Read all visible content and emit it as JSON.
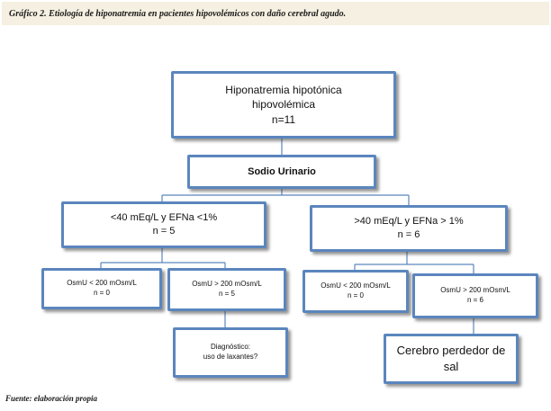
{
  "caption": "Gráfico 2.  Etiología de hiponatremia en pacientes hipovolémicos con daño cerebral agudo.",
  "nodes": {
    "root": {
      "line1": "Hiponatremia hipotónica",
      "line2": "hipovolémica",
      "line3": "n=11"
    },
    "sodio": {
      "label": "Sodio Urinario"
    },
    "low": {
      "line1": "<40 mEq/L  y  EFNa <1%",
      "line2": "n = 5"
    },
    "high": {
      "line1": ">40 mEq/L  y EFNa > 1%",
      "line2": "n = 6"
    },
    "low_a": {
      "line1": "OsmU < 200 mOsm/L",
      "line2": "n = 0"
    },
    "low_b": {
      "line1": "OsmU > 200 mOsm/L",
      "line2": "n = 5"
    },
    "high_a": {
      "line1": "OsmU < 200 mOsm/L",
      "line2": "n = 0"
    },
    "high_b": {
      "line1": "OsmU > 200 mOsm/L",
      "line2": "n = 6"
    },
    "low_b_dx": {
      "line1": "Diagnóstico:",
      "line2": "uso de laxantes?"
    },
    "high_b_dx": {
      "line1": "Cerebro perdedor de",
      "line2": "sal"
    }
  },
  "source": "Fuente: elaboración propia",
  "colors": {
    "node_border": "#5b86bd",
    "caption_background": "#f5f0e1"
  }
}
